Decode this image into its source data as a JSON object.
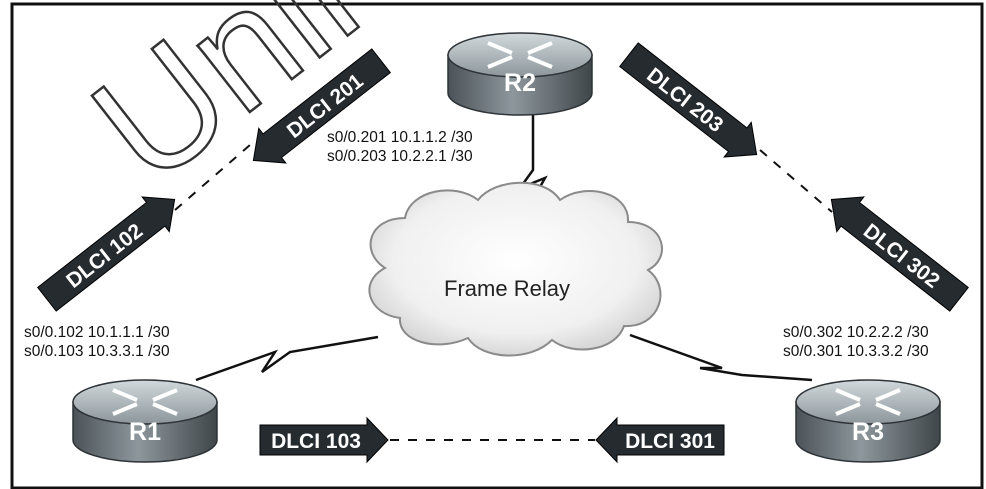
{
  "watermark": "Unli",
  "cloud": {
    "label": "Frame Relay"
  },
  "routers": [
    {
      "id": "r1",
      "label": "R1"
    },
    {
      "id": "r2",
      "label": "R2"
    },
    {
      "id": "r3",
      "label": "R3"
    }
  ],
  "interfaces": {
    "r1": [
      "s0/0.102 10.1.1.1 /30",
      "s0/0.103 10.3.3.1 /30"
    ],
    "r2": [
      "s0/0.201 10.1.1.2 /30",
      "s0/0.203 10.2.2.1 /30"
    ],
    "r3": [
      "s0/0.302 10.2.2.2 /30",
      "s0/0.301 10.3.3.2 /30"
    ]
  },
  "dlci": {
    "d102": "DLCI 102",
    "d201": "DLCI 201",
    "d203": "DLCI 203",
    "d302": "DLCI 302",
    "d103": "DLCI 103",
    "d301": "DLCI 301"
  },
  "colors": {
    "router_body": "#707a80",
    "router_top": "#b3bcc1",
    "arrow_fill": "#262b30",
    "line": "#111111",
    "frame": "#111111"
  },
  "icons": {
    "router": "router-icon",
    "cloud": "cloud-icon",
    "arrow": "dlci-arrow-icon"
  }
}
